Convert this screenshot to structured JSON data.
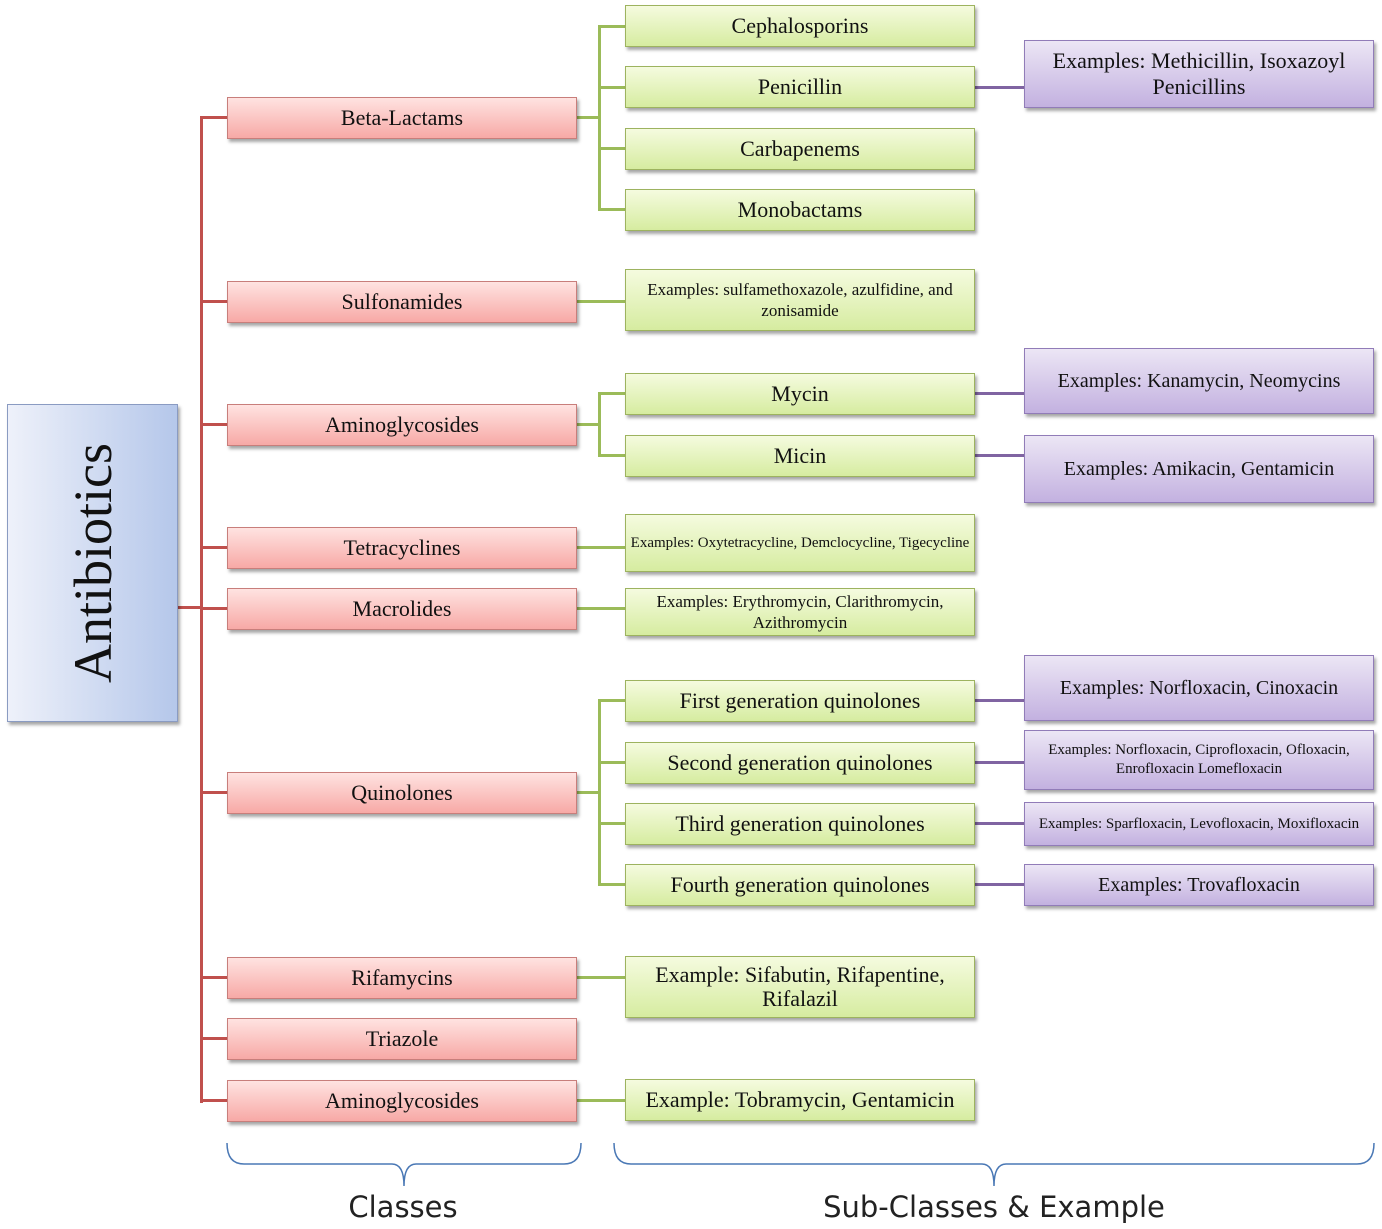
{
  "root": "Antibiotics",
  "classes": [
    "Beta-Lactams",
    "Sulfonamides",
    "Aminoglycosides",
    "Tetracyclines",
    "Macrolides",
    "Quinolones",
    "Rifamycins",
    "Triazole",
    "Aminoglycosides"
  ],
  "subs": {
    "cephalosporins": "Cephalosporins",
    "penicillin": "Penicillin",
    "carbapenems": "Carbapenems",
    "monobactams": "Monobactams",
    "sulfonamides_ex": "Examples: sulfamethoxazole, azulfidine, and zonisamide",
    "mycin": "Mycin",
    "micin": "Micin",
    "tetracyclines_ex": "Examples: Oxytetracycline, Demclocycline, Tigecycline",
    "macrolides_ex": "Examples: Erythromycin, Clarithromycin, Azithromycin",
    "q1": "First generation quinolones",
    "q2": "Second generation quinolones",
    "q3": "Third generation quinolones",
    "q4": "Fourth generation quinolones",
    "rifamycins_ex": "Example:  Sifabutin, Rifapentine, Rifalazil",
    "aminoglycosides2_ex": "Example: Tobramycin, Gentamicin"
  },
  "examples": {
    "penicillin": "Examples: Methicillin, Isoxazoyl Penicillins",
    "mycin": "Examples:  Kanamycin, Neomycins",
    "micin": "Examples:  Amikacin, Gentamicin",
    "q1": "Examples: Norfloxacin, Cinoxacin",
    "q2": "Examples: Norfloxacin, Ciprofloxacin, Ofloxacin, Enrofloxacin Lomefloxacin",
    "q3": "Examples: Sparfloxacin, Levofloxacin, Moxifloxacin",
    "q4": "Examples: Trovafloxacin"
  },
  "captions": {
    "classes": "Classes",
    "subclasses": "Sub-Classes & Example"
  },
  "colors": {
    "root": "#b5c7ea",
    "class": "#f7a9a6",
    "subclass": "#d6eca0",
    "example": "#c3b1e0",
    "class_connector": "#c0504d",
    "sub_connector": "#9bbb59",
    "example_connector": "#8064a2",
    "brace": "#4a78b5"
  }
}
